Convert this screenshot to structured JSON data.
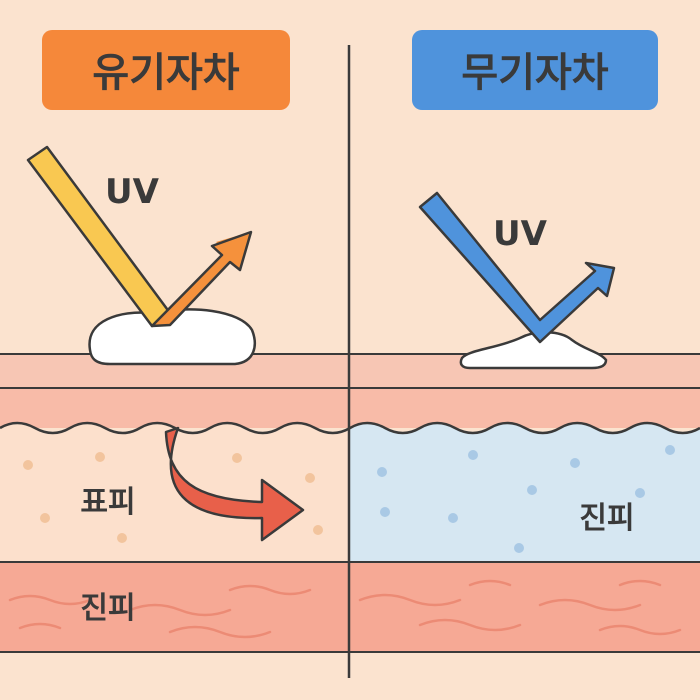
{
  "panels": {
    "left": {
      "title": "유기자차",
      "title_color": "#f5883a",
      "uv_label": "UV",
      "epidermis_label": "표피",
      "dermis_label": "진피"
    },
    "right": {
      "title": "무기자차",
      "title_color": "#4f93dc",
      "uv_label": "UV",
      "layer_label": "진피"
    }
  },
  "colors": {
    "background": "#fbe3cf",
    "skin_band": "#f7c6b4",
    "epidermis": "#fce0cc",
    "inorganic_layer": "#d6e7f2",
    "dermis": "#f6a995",
    "uv_organic": "#f9c851",
    "uv_reflect_organic": "#f5913c",
    "uv_inorganic": "#4f93dc",
    "absorb_arrow": "#e8604a",
    "outline": "#3a3a3a"
  },
  "icons": [
    "uv-ray-icon",
    "reflected-arrow-icon",
    "absorption-arrow-icon",
    "sunscreen-blob-icon"
  ]
}
